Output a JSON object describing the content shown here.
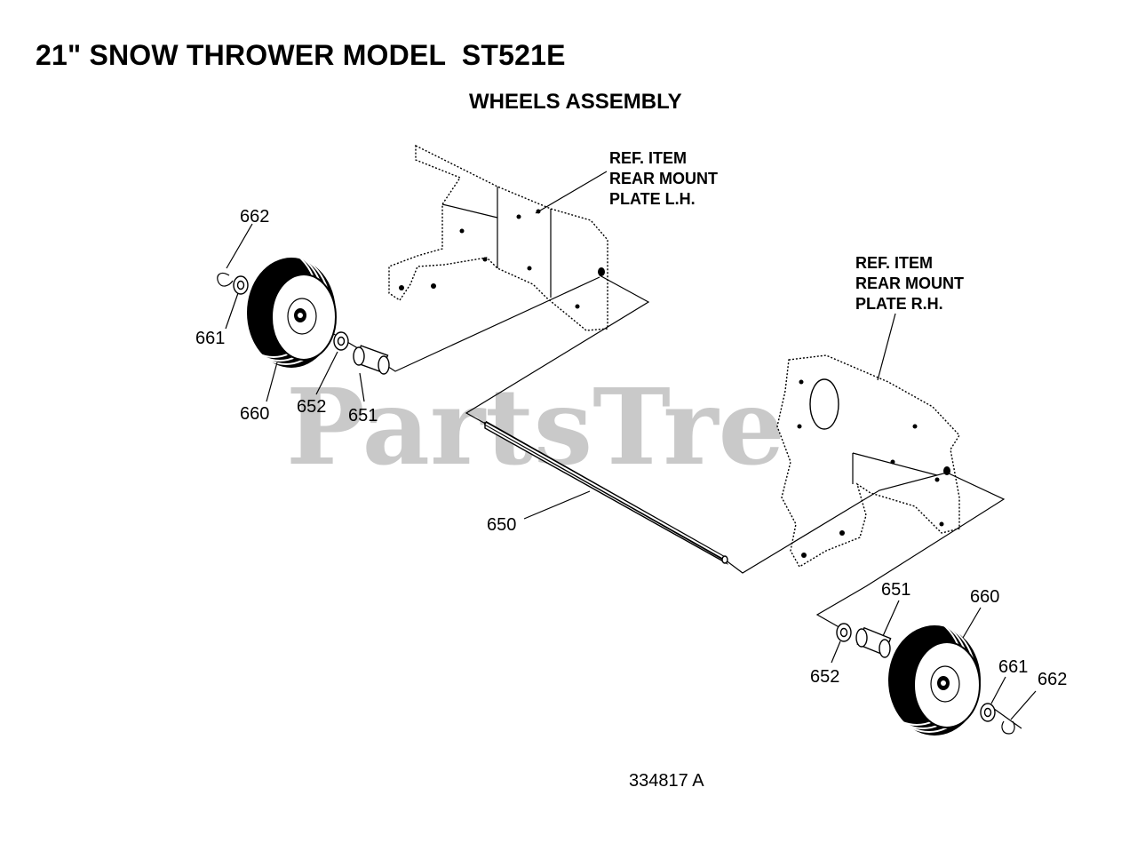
{
  "title": "21\" SNOW THROWER MODEL  ST521E",
  "subtitle": "WHEELS ASSEMBLY",
  "watermark": "PartsTree",
  "figure_number": "334817 A",
  "references": {
    "left_plate": [
      "REF. ITEM",
      "REAR MOUNT",
      "PLATE L.H."
    ],
    "right_plate": [
      "REF. ITEM",
      "REAR MOUNT",
      "PLATE R.H."
    ]
  },
  "callouts": {
    "left_662": "662",
    "left_661": "661",
    "left_660": "660",
    "left_652": "652",
    "left_651": "651",
    "axle_650": "650",
    "right_651": "651",
    "right_660": "660",
    "right_652": "652",
    "right_661": "661",
    "right_662": "662"
  }
}
